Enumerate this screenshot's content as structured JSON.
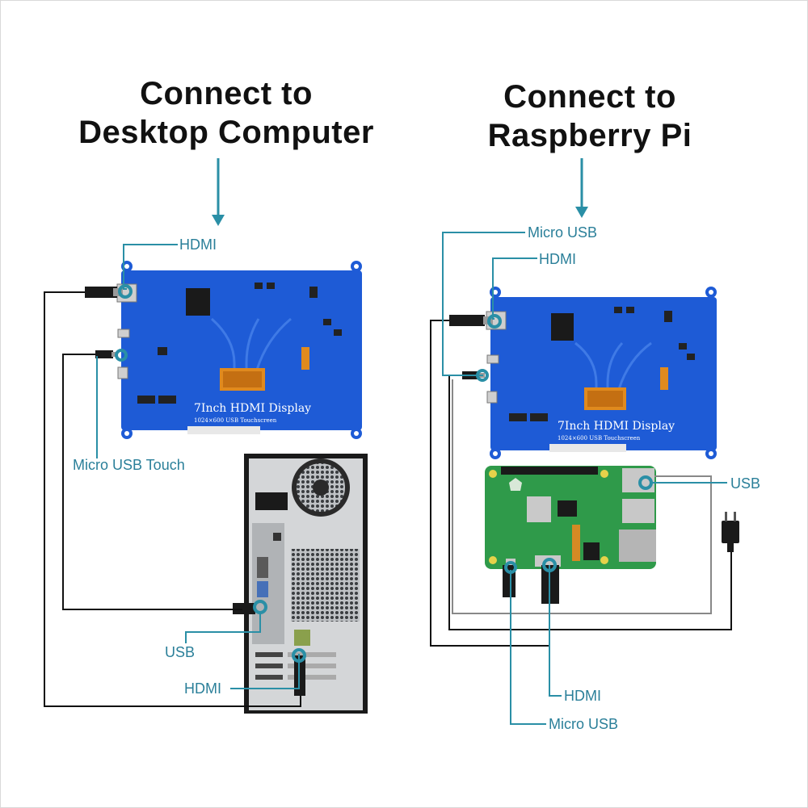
{
  "left": {
    "title_line1": "Connect to",
    "title_line2": "Desktop Computer",
    "labels": {
      "hdmi_top": "HDMI",
      "micro_usb_touch": "Micro USB Touch",
      "usb": "USB",
      "hdmi_bottom": "HDMI"
    },
    "board": {
      "silk_title": "7Inch HDMI Display",
      "silk_sub": "1024×600  USB Touchscreen"
    }
  },
  "right": {
    "title_line1": "Connect to",
    "title_line2": "Raspberry Pi",
    "labels": {
      "micro_usb_top": "Micro USB",
      "hdmi_top": "HDMI",
      "usb": "USB",
      "hdmi_bottom": "HDMI",
      "micro_usb_bottom": "Micro USB"
    },
    "board": {
      "silk_title": "7Inch HDMI Display",
      "silk_sub": "1024×600  USB Touchscreen"
    }
  },
  "colors": {
    "accent": "#2a8fa6",
    "wire": "#111111",
    "wire_grey": "#888888",
    "board_blue": "#1e5bd6",
    "pi_green": "#2f9a4a",
    "connector_orange": "#e08a1e"
  }
}
